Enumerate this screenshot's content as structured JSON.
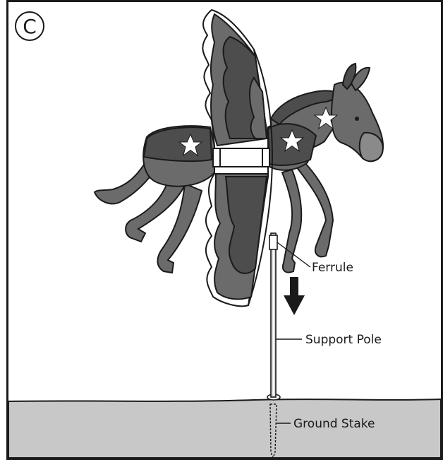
{
  "panel": {
    "letter": "C"
  },
  "labels": {
    "ferrule": "Ferrule",
    "support_pole": "Support Pole",
    "ground_stake": "Ground Stake"
  },
  "colors": {
    "outline": "#1a1a1a",
    "body_gray": "#6b6b6b",
    "dark_gray": "#4d4d4d",
    "light_gray": "#8a8a8a",
    "ground": "#c8c8c8",
    "star": "#ffffff"
  },
  "icons": {
    "arrow": "arrow-down-icon",
    "star": "star-icon"
  }
}
